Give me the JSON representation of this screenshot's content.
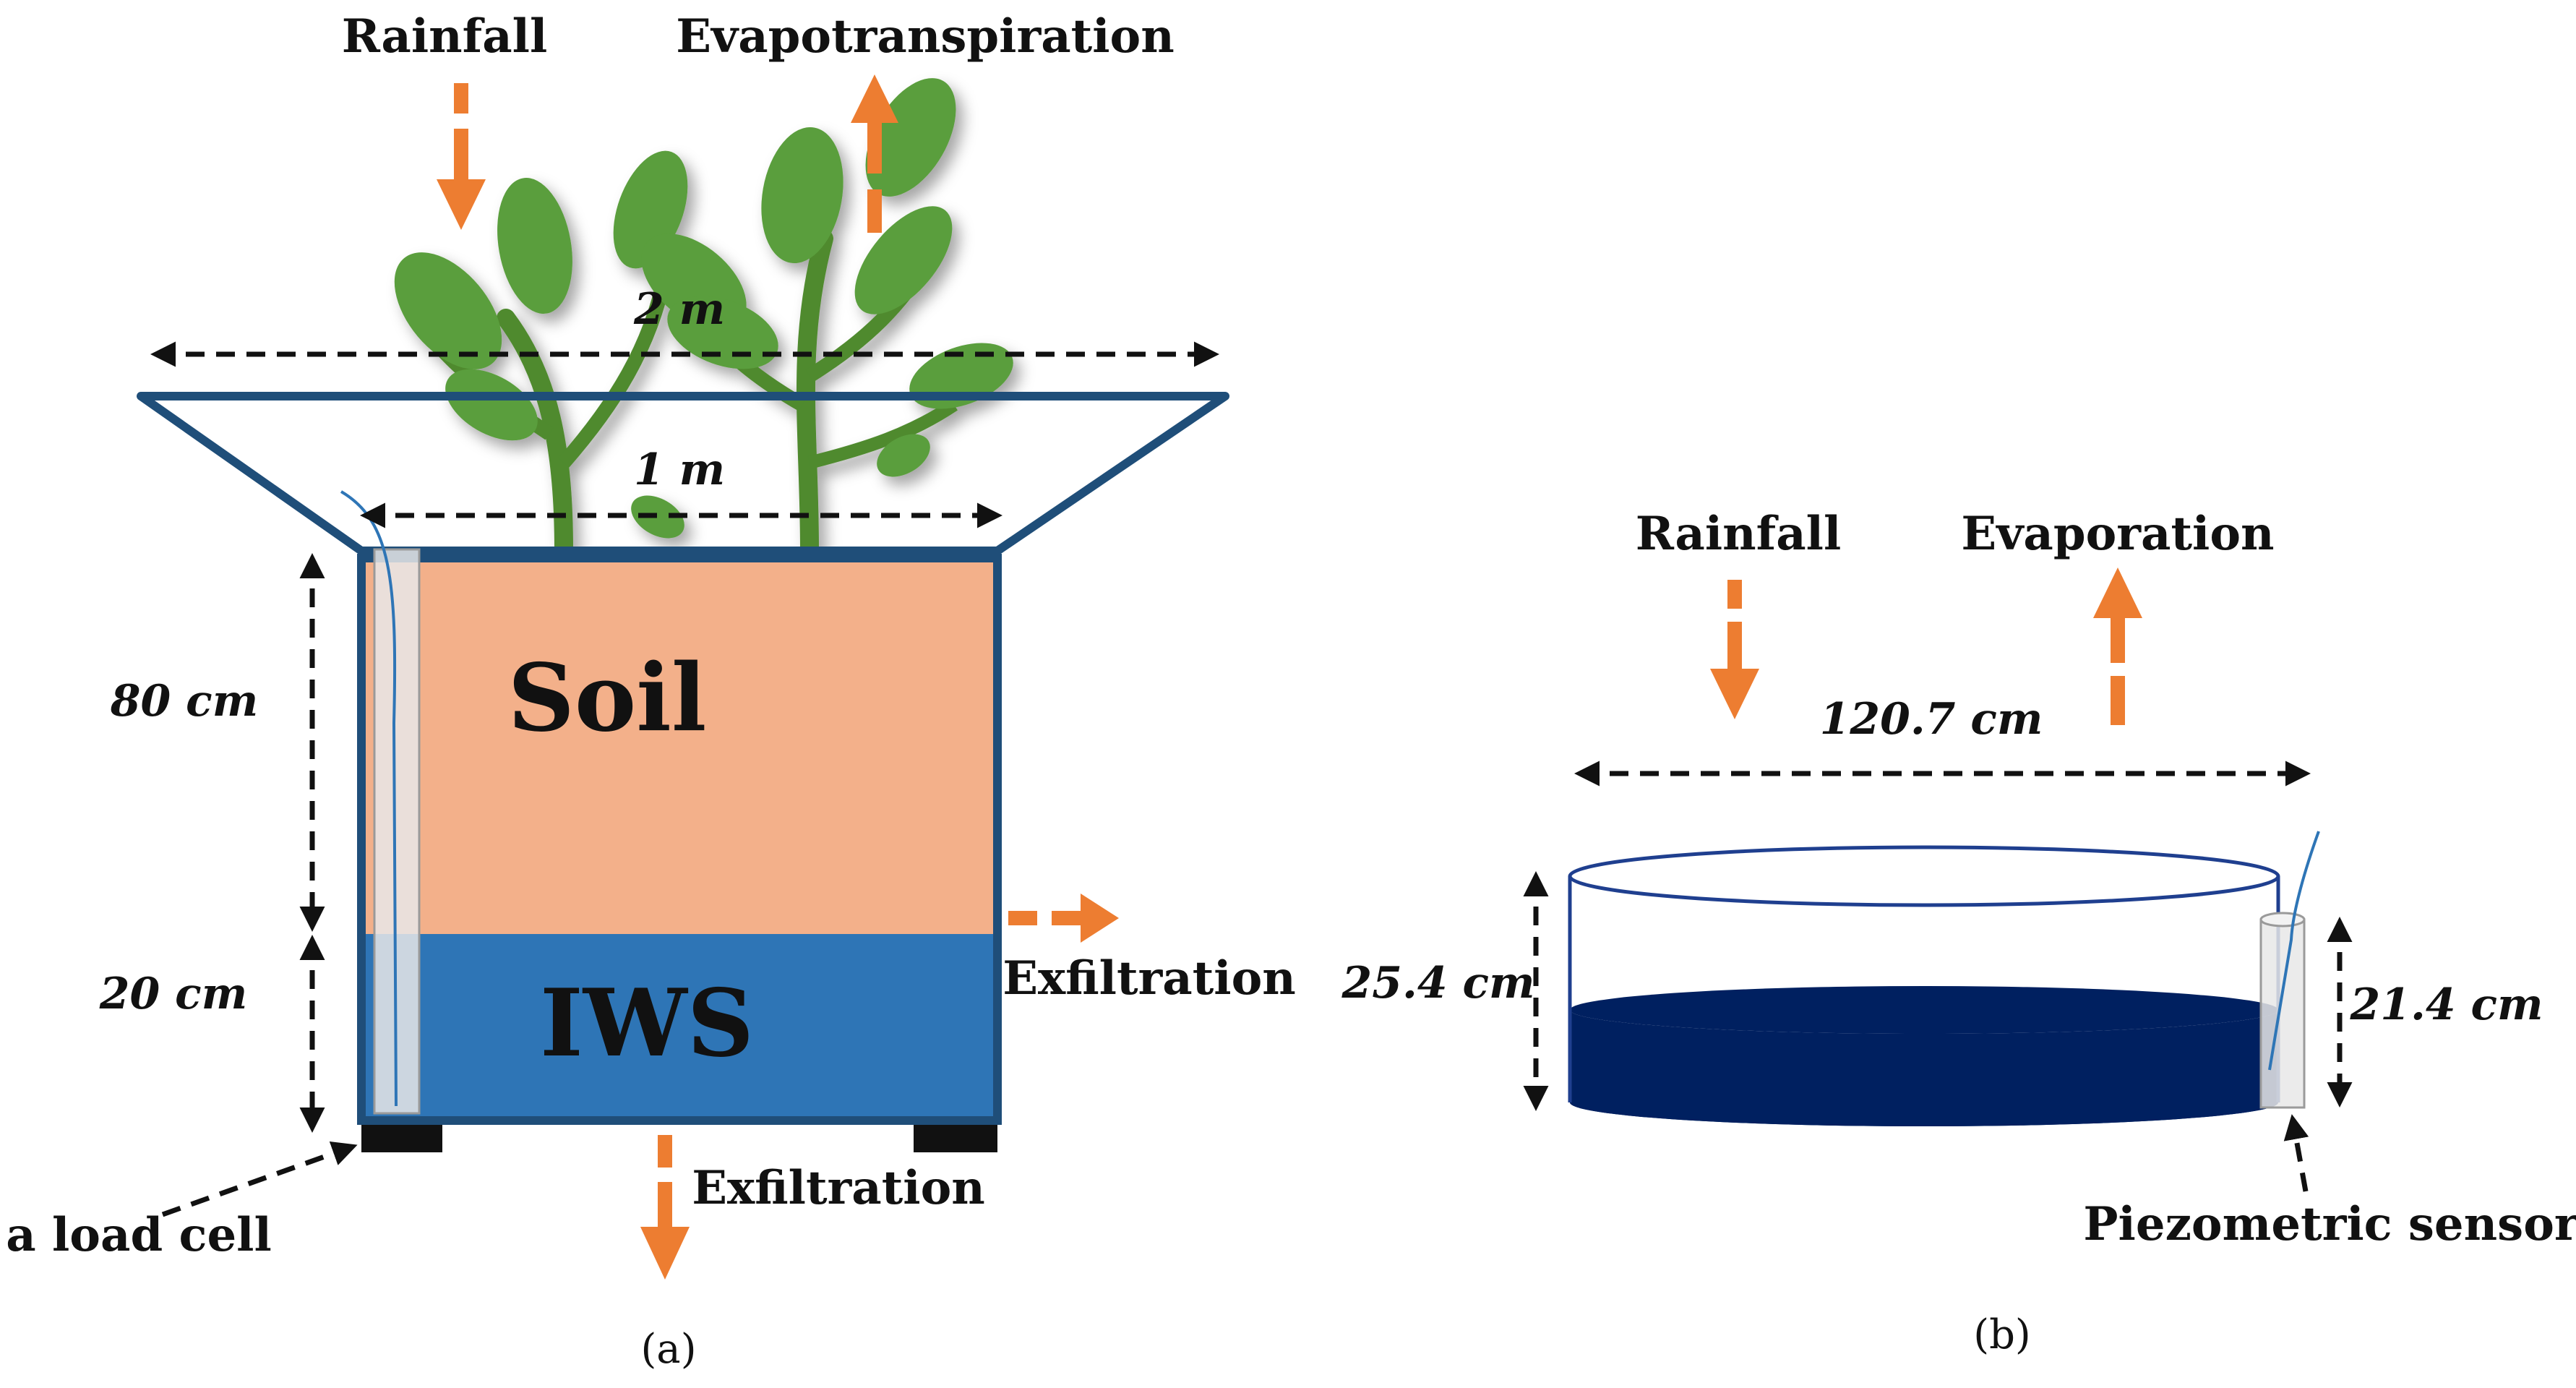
{
  "panel_a": {
    "rainfall": "Rainfall",
    "evapotranspiration": "Evapotranspiration",
    "dim_top_width": "2 m",
    "dim_inner_width": "1 m",
    "dim_soil_depth": "80 cm",
    "dim_iws_depth": "20 cm",
    "soil": "Soil",
    "iws": "IWS",
    "exfiltration_side": "Exfiltration",
    "exfiltration_bottom": "Exfiltration",
    "load_cell": "a load cell",
    "caption": "(a)"
  },
  "panel_b": {
    "rainfall": "Rainfall",
    "evaporation": "Evaporation",
    "dim_diameter": "120.7 cm",
    "dim_depth": "25.4 cm",
    "dim_water_depth": "21.4 cm",
    "piezometric_sensor": "Piezometric sensor",
    "caption": "(b)"
  },
  "colors": {
    "soil": "#f3b08a",
    "iws": "#2e75b6",
    "frame": "#1f4e79",
    "water_b": "#002060",
    "flux_arrow": "#ed7d31",
    "leaf": "#5a9e3c",
    "stem": "#4f8a2e"
  }
}
